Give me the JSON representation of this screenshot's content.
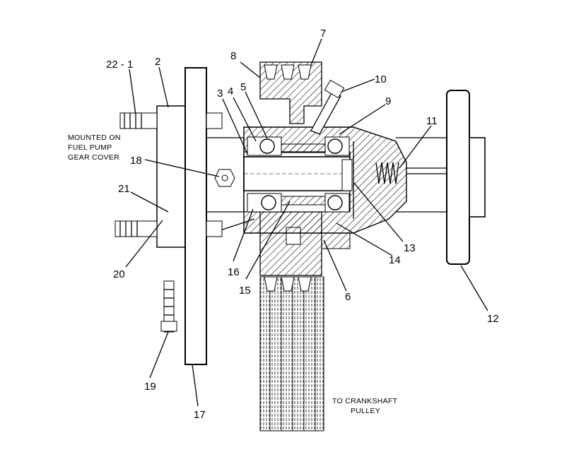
{
  "callouts": [
    "22 - 1",
    "2",
    "8",
    "7",
    "3",
    "4",
    "5",
    "10",
    "9",
    "11",
    "18",
    "21",
    "20",
    "16",
    "15",
    "13",
    "14",
    "6",
    "12",
    "19",
    "17"
  ],
  "notes": {
    "mounted_line1": "MOUNTED ON",
    "mounted_line2": "FUEL PUMP",
    "mounted_line3": "GEAR COVER",
    "pulley_line1": "TO CRANKSHAFT",
    "pulley_line2": "PULLEY"
  }
}
